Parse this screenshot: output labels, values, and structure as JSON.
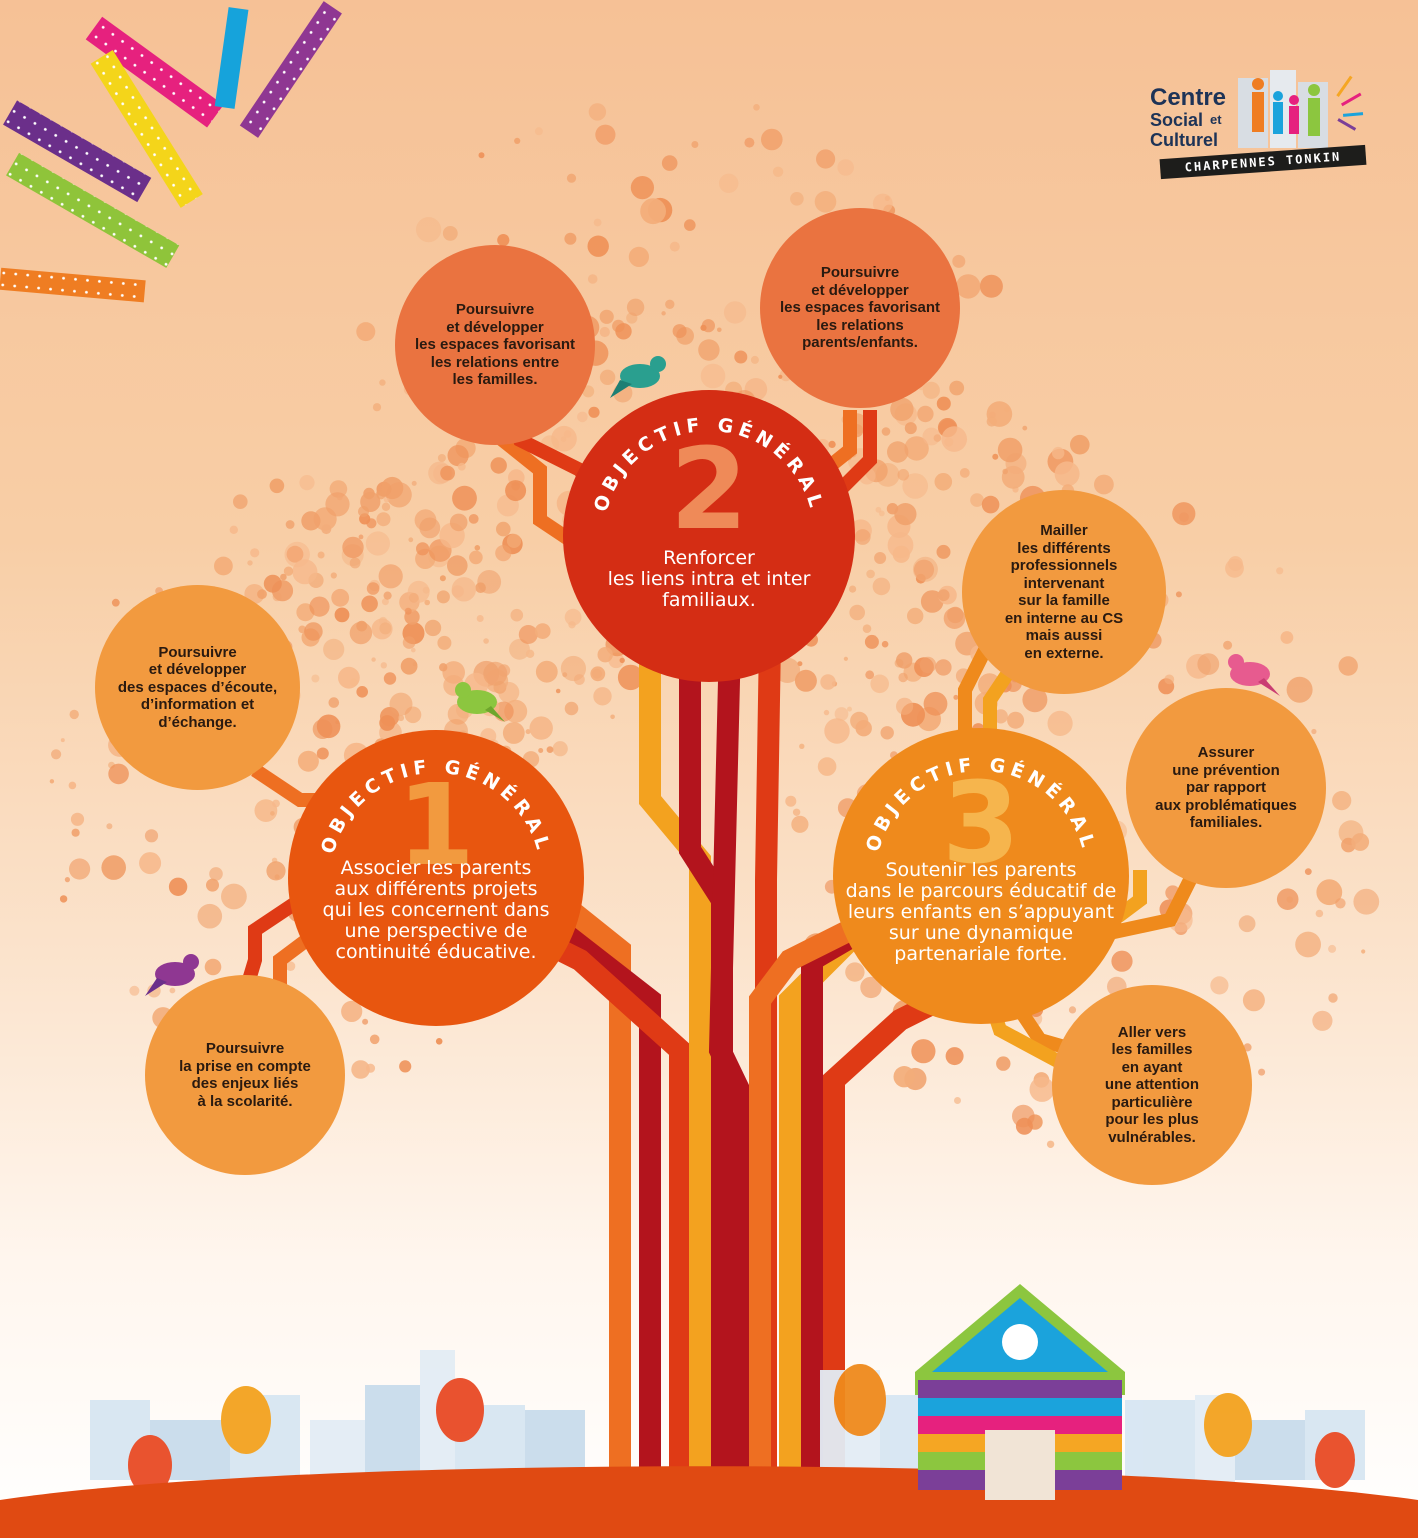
{
  "logo": {
    "line1": "Centre",
    "line2": "Social",
    "line2b": "et",
    "line3": "Culturel",
    "band": "CHARPENNES TONKIN"
  },
  "objectives": [
    {
      "label": "OBJECTIF GÉNÉRAL",
      "number": "1",
      "text": "Associer les parents\naux différents projets\nqui les concernent dans\nune perspective de\ncontinuité éducative."
    },
    {
      "label": "OBJECTIF GÉNÉRAL",
      "number": "2",
      "text": "Renforcer\nles liens intra et inter\nfamiliaux."
    },
    {
      "label": "OBJECTIF GÉNÉRAL",
      "number": "3",
      "text": "Soutenir les parents\ndans le parcours éducatif de\nleurs enfants en s’appuyant\nsur une dynamique\npartenariale forte."
    }
  ],
  "sub_objectives": {
    "obj1_top": "Poursuivre\net développer\ndes espaces d’écoute,\nd’information et\nd’échange.",
    "obj1_bottom": "Poursuivre\nla prise en compte\ndes enjeux liés\nà la scolarité.",
    "obj2_left": "Poursuivre\net développer\nles espaces favorisant\nles relations entre\nles familles.",
    "obj2_right": "Poursuivre\net développer\nles espaces favorisant\nles relations\nparents/enfants.",
    "obj3_top": "Mailler\nles différents\nprofessionnels\nintervenant\nsur la famille\nen interne au CS\nmais aussi\nen externe.",
    "obj3_middle": "Assurer\nune prévention\npar rapport\naux problématiques\nfamiliales.",
    "obj3_bottom": "Aller vers\nles familles\nen ayant\nune attention\nparticulière\npour les plus\nvulnérables."
  },
  "colors": {
    "obj1": "#e8560f",
    "obj2": "#d42d14",
    "obj3": "#ef8a1c",
    "trunk_dark": "#b3141d",
    "trunk_red": "#df3a15",
    "trunk_orange": "#ee6f22",
    "trunk_yellow": "#f3a21f",
    "ground": "#e04a12"
  }
}
